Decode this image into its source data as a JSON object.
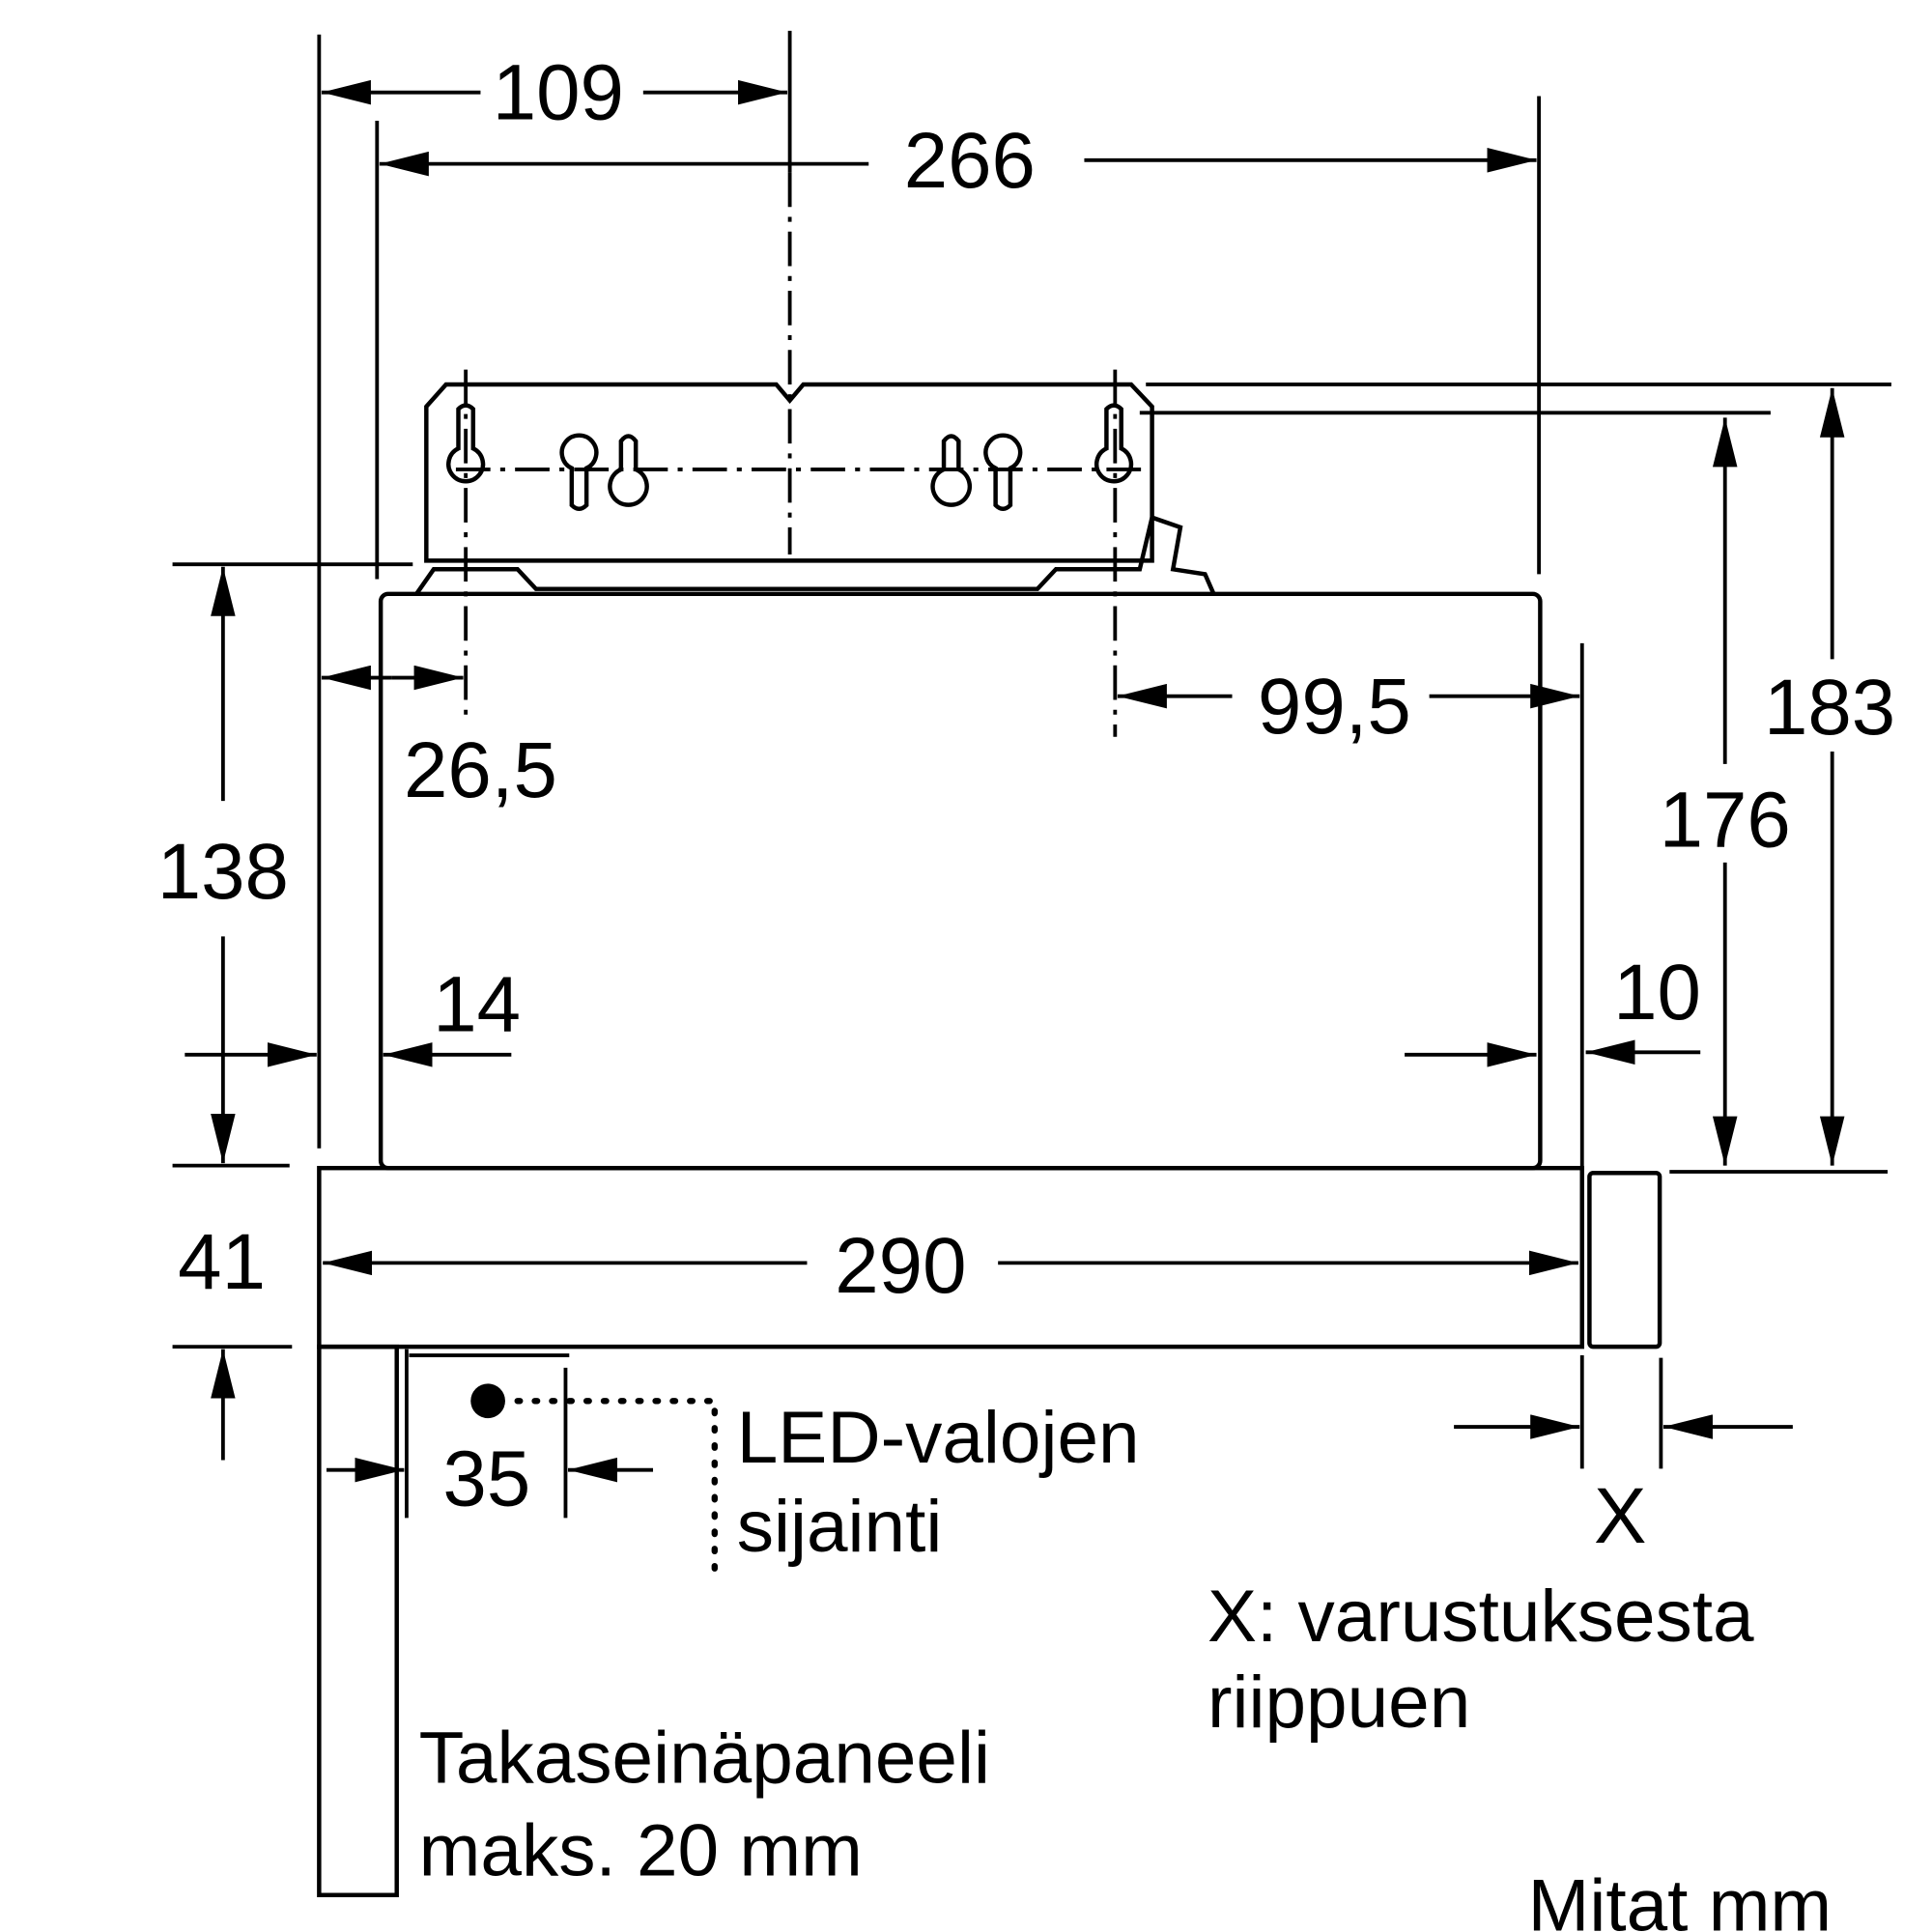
{
  "dimensions": {
    "d109": "109",
    "d266": "266",
    "d26_5": "26,5",
    "d99_5": "99,5",
    "d183": "183",
    "d176": "176",
    "d138": "138",
    "d14": "14",
    "d10": "10",
    "d41": "41",
    "d290": "290",
    "d35": "35",
    "dX": "X"
  },
  "labels": {
    "led_line1": "LED-valojen",
    "led_line2": "sijainti",
    "x_note_line1": "X: varustuksesta",
    "x_note_line2": "riippuen",
    "panel_line1": "Takaseinäpaneeli",
    "panel_line2": "maks. 20 mm",
    "units": "Mitat mm"
  }
}
